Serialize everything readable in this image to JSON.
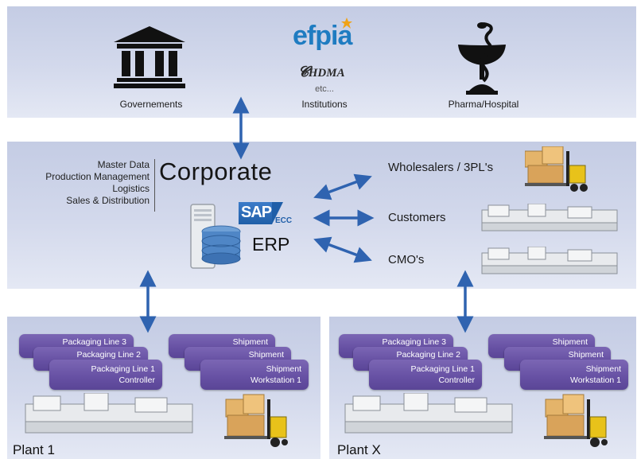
{
  "top": {
    "governments_label": "Governements",
    "institutions_label": "Institutions",
    "etc_label": "etc...",
    "efpia_logo": "efpia",
    "hdma_logo": "HDMA",
    "pharma_label": "Pharma/Hospital"
  },
  "corporate": {
    "title": "Corporate",
    "functions": [
      "Master Data",
      "Production Management",
      "Logistics",
      "Sales & Distribution"
    ],
    "sap_logo": "SAP",
    "sap_sub": "ECC",
    "erp_label": "ERP"
  },
  "partners": [
    "Wholesalers / 3PL's",
    "Customers",
    "CMO's"
  ],
  "plants": [
    {
      "name": "Plant 1",
      "lines": [
        "Packaging Line 3",
        "Packaging Line 2",
        "Packaging Line 1",
        "Controller"
      ],
      "shipment": [
        "Shipment",
        "Shipment",
        "Shipment",
        "Workstation 1"
      ]
    },
    {
      "name": "Plant X",
      "lines": [
        "Packaging Line 3",
        "Packaging Line 2",
        "Packaging Line 1",
        "Controller"
      ],
      "shipment": [
        "Shipment",
        "Shipment",
        "Shipment",
        "Workstation 1"
      ]
    }
  ],
  "colors": {
    "band": "#cfd6ea",
    "arrow": "#2f63b0",
    "box_purple": "#6650a3",
    "efpia_blue": "#1f7cc1",
    "efpia_star": "#f0a318"
  }
}
